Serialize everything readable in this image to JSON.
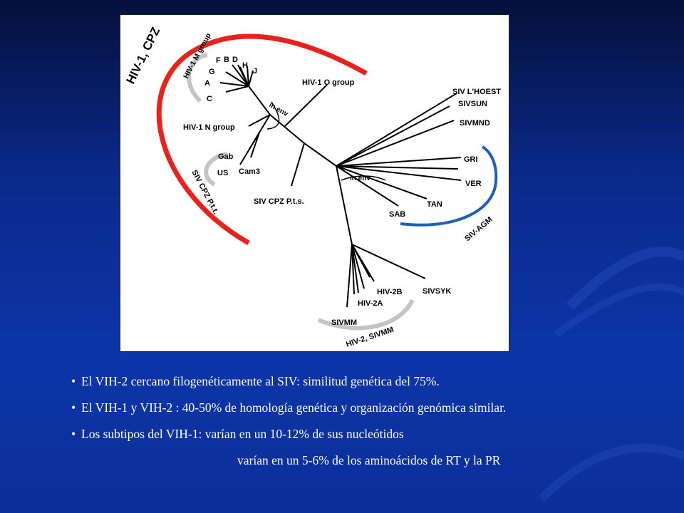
{
  "figure": {
    "big_labels": {
      "hiv1_cpz": "HIV-1, CPZ",
      "siv_agm": "SIV-AGM",
      "hiv2_sivmm": "HIV-2, SIVMM"
    },
    "m_group": {
      "title": "HIV-1 M group",
      "subtypes": {
        "a": "A",
        "b": "B",
        "c": "C",
        "d": "D",
        "f": "F",
        "g": "G",
        "h": "H",
        "j": "J"
      }
    },
    "taxa": {
      "hiv1_o_group": "HIV-1 O group",
      "hiv1_n_group": "HIV-1 N group",
      "gab": "Gab",
      "us": "US",
      "cam3": "Cam3",
      "siv_cpz_ptt": "SIV CPZ P.t.t.",
      "siv_cpz_pts": "SIV CPZ P.t.s.",
      "siv_lhoest": "SIV L'HOEST",
      "sivsun": "SIVSUN",
      "sivmnd": "SIVMND",
      "gri": "GRI",
      "ver": "VER",
      "tan": "TAN",
      "sab": "SAB",
      "sivsyk": "SIVSYK",
      "hiv2b": "HIV-2B",
      "hiv2a": "HIV-2A",
      "sivmm": "SIVMM"
    },
    "in_env_left": "in env",
    "in_env_right": "in env",
    "colors": {
      "hiv1_cpz_arc": "#e8221c",
      "siv_agm_arc": "#1f5fb4",
      "gray_arc": "#c4c4c4"
    }
  },
  "bullets": [
    {
      "marker": "•",
      "text": "El VIH-2 cercano filogenéticamente al SIV: similitud genética del 75%."
    },
    {
      "marker": "•",
      "text": "El VIH-1 y VIH-2 : 40-50% de homología genética y organización genómica similar."
    },
    {
      "marker": "•",
      "text": "Los subtipos del VIH-1:  varían en un 10-12% de sus nucleótidos"
    },
    {
      "marker": "",
      "text": "varían en un  5-6% de los aminoácidos de RT y la PR"
    }
  ]
}
